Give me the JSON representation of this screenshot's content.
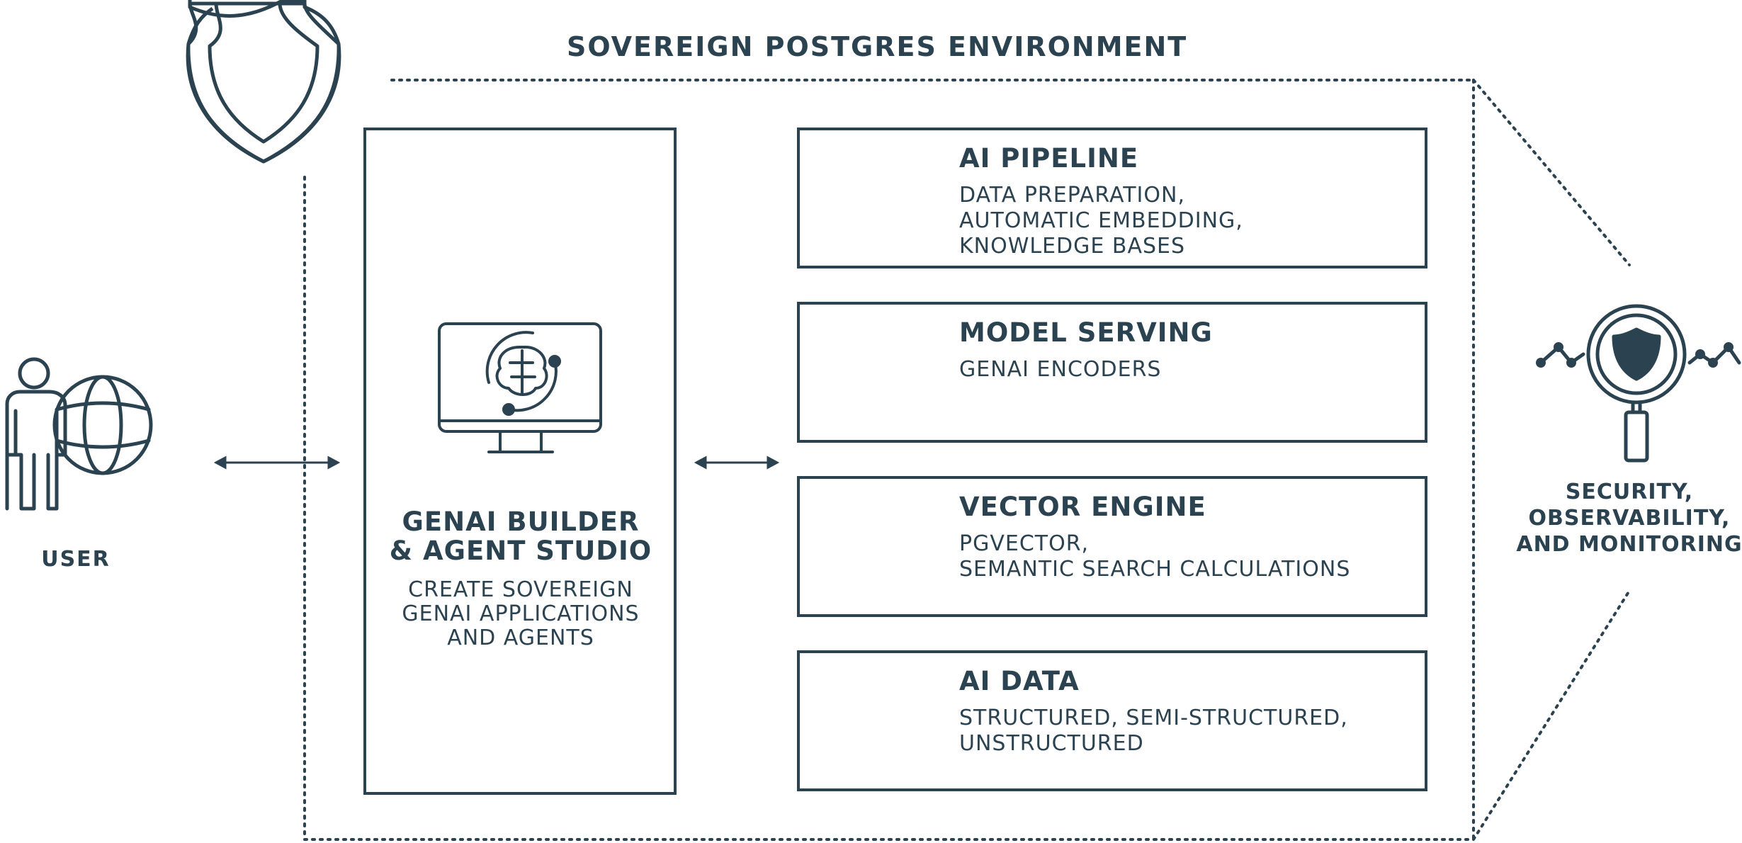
{
  "diagram": {
    "title": "SOVEREIGN POSTGRES ENVIRONMENT",
    "user": {
      "label": "USER",
      "icon": "user-globe-icon"
    },
    "studio": {
      "title_line1": "GENAI BUILDER",
      "title_line2": "& AGENT STUDIO",
      "desc_line1": "CREATE SOVEREIGN",
      "desc_line2": "GENAI APPLICATIONS",
      "desc_line3": "AND AGENTS",
      "icon": "monitor-brain-icon"
    },
    "cards": [
      {
        "title": "AI PIPELINE",
        "desc": "DATA PREPARATION,\nAUTOMATIC EMBEDDING,\nKNOWLEDGE BASES",
        "icon": "tools-database-icon"
      },
      {
        "title": "MODEL SERVING",
        "desc": "GENAI ENCODERS",
        "icon": "head-network-icon"
      },
      {
        "title": "VECTOR ENGINE",
        "desc": "PGVECTOR,\nSEMANTIC SEARCH CALCULATIONS",
        "icon": "brain-network-icon"
      },
      {
        "title": "AI DATA",
        "desc": "STRUCTURED, SEMI-STRUCTURED,\nUNSTRUCTURED",
        "icon": "house-brain-database-icon"
      }
    ],
    "security": {
      "line1": "SECURITY,",
      "line2": "OBSERVABILITY,",
      "line3": "AND MONITORING",
      "icon": "magnifier-shield-icon"
    },
    "shield_icon": "shield-icon",
    "colors": {
      "primary": "#2b4250"
    }
  }
}
